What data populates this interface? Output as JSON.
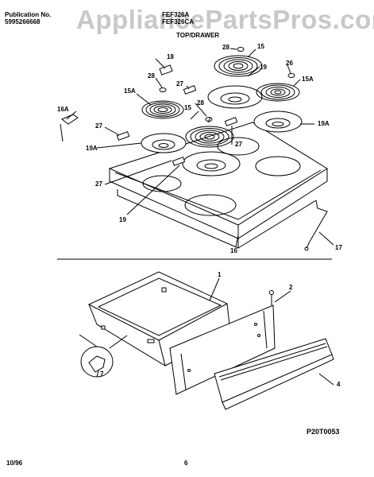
{
  "header": {
    "publication_label": "Publication No.",
    "publication_number": "5995266668",
    "model_a": "FEF326A",
    "model_b": "FEF326CA",
    "watermark": "AppliancePartsPros.com"
  },
  "section_title": "TOP/DRAWER",
  "footer": {
    "date": "10/96",
    "page": "6"
  },
  "drawing_number": "P20T0053",
  "callouts": [
    "28",
    "15",
    "19",
    "26",
    "18",
    "15A",
    "28",
    "27",
    "15",
    "19A",
    "15A",
    "28",
    "27",
    "19A",
    "27",
    "27",
    "19",
    "16",
    "17",
    "1",
    "2",
    "4",
    "7"
  ]
}
